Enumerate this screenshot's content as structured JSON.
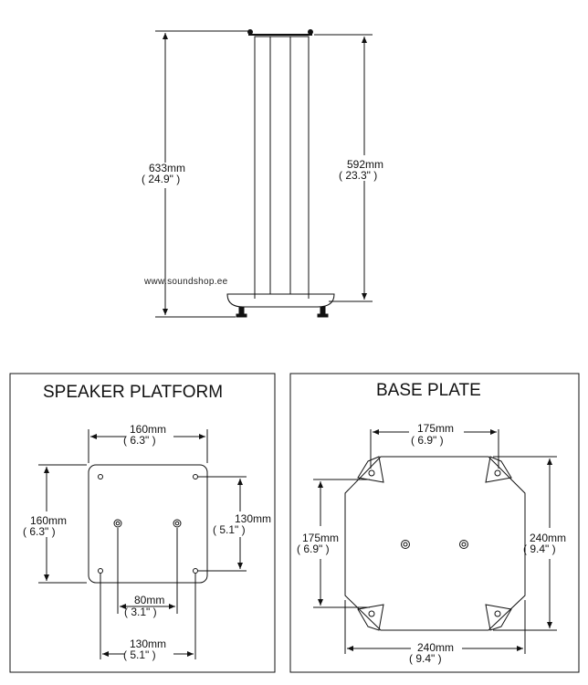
{
  "stand": {
    "total_height": {
      "mm": "633mm",
      "in": "( 24.9\" )"
    },
    "column_height": {
      "mm": "592mm",
      "in": "( 23.3\" )"
    },
    "watermark": "www.soundshop.ee"
  },
  "speaker_platform": {
    "title": "SPEAKER PLATFORM",
    "width": {
      "mm": "160mm",
      "in": "( 6.3\" )"
    },
    "height": {
      "mm": "160mm",
      "in": "( 6.3\" )"
    },
    "hole_vertical": {
      "mm": "130mm",
      "in": "( 5.1\" )"
    },
    "hole_horizontal": {
      "mm": "130mm",
      "in": "( 5.1\" )"
    },
    "spike_spacing": {
      "mm": "80mm",
      "in": "( 3.1\" )"
    }
  },
  "base_plate": {
    "title": "BASE PLATE",
    "inner_width": {
      "mm": "175mm",
      "in": "( 6.9\" )"
    },
    "inner_height": {
      "mm": "175mm",
      "in": "( 6.9\" )"
    },
    "outer_height": {
      "mm": "240mm",
      "in": "( 9.4\" )"
    },
    "outer_width": {
      "mm": "240mm",
      "in": "( 9.4\" )"
    }
  }
}
